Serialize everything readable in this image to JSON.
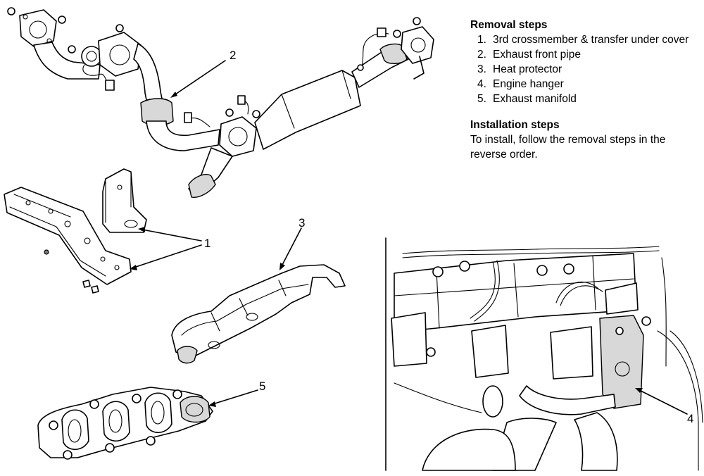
{
  "removal": {
    "title": "Removal steps",
    "steps": [
      {
        "num": "1.",
        "text": "3rd crossmember & transfer under cover"
      },
      {
        "num": "2.",
        "text": "Exhaust front pipe"
      },
      {
        "num": "3.",
        "text": "Heat protector"
      },
      {
        "num": "4.",
        "text": "Engine hanger"
      },
      {
        "num": "5.",
        "text": "Exhaust manifold"
      }
    ]
  },
  "installation": {
    "title": "Installation steps",
    "text": "To install, follow the removal steps in the reverse order."
  },
  "callouts": {
    "c1": "1",
    "c2": "2",
    "c3": "3",
    "c4": "4",
    "c5": "5"
  }
}
